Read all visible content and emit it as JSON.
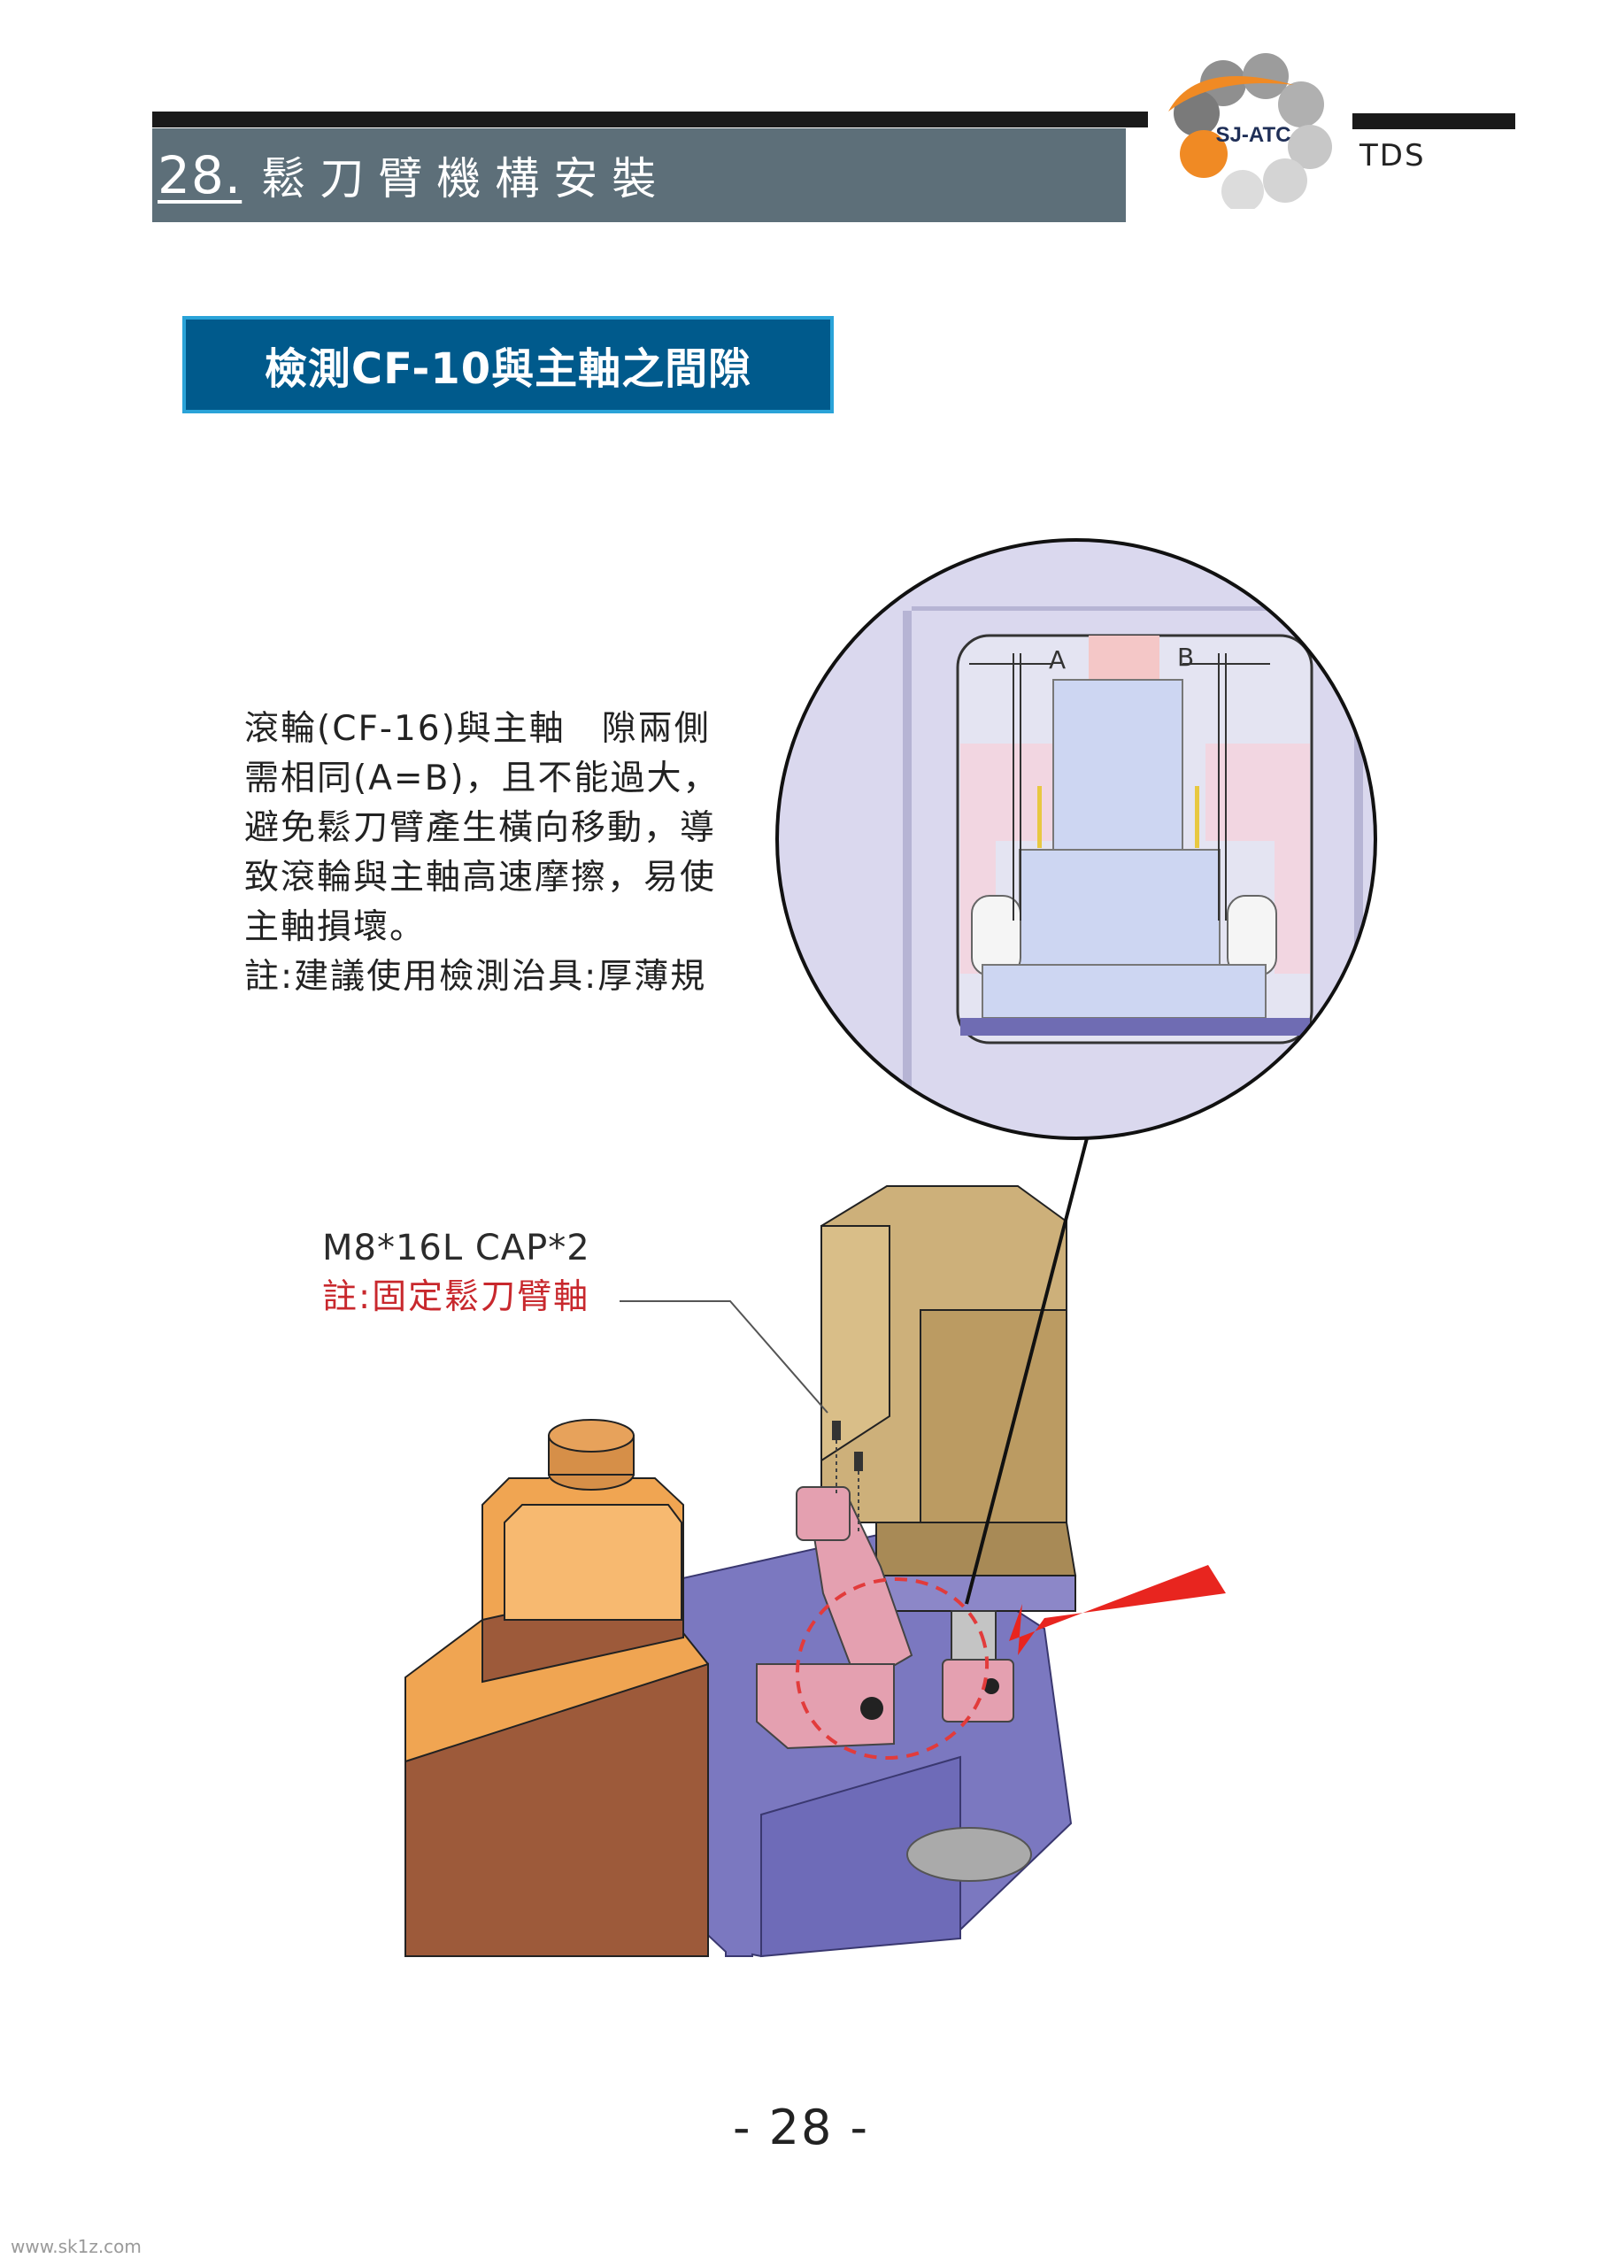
{
  "header": {
    "section_number": "28.",
    "section_title": "鬆刀臂機構安裝",
    "logo_text": "SJ-ATC",
    "brand_label": "TDS"
  },
  "heading": "檢測CF-10與主軸之間隙",
  "description": {
    "lines": [
      "滾輪(CF-16)與主軸　隙兩側",
      "需相同(A=B)，且不能過大，",
      "避免鬆刀臂產生橫向移動，導",
      "致滾輪與主軸高速摩擦，易使",
      "主軸損壞。",
      "註:建議使用檢測治具:厚薄規"
    ]
  },
  "callout": {
    "part_spec": "M8*16L CAP*2",
    "note": "註:固定鬆刀臂軸"
  },
  "detail_labels": {
    "a": "A",
    "b": "B"
  },
  "footer": {
    "page_number": "- 28 -",
    "watermark": "www.sk1z.com"
  },
  "colors": {
    "title_band": "#5d6f79",
    "heading_fill": "#005a8c",
    "heading_border": "#2aa3d8",
    "note_red": "#c8282d",
    "logo_orange": "#f08a24",
    "logo_grey": "#8a8a8a",
    "arrow_red": "#e8251f",
    "base_purple": "#7b78c0",
    "motor_tan": "#cdb07a",
    "turret_orange": "#f0a552",
    "arm_pink": "#e4a0b0"
  },
  "icons": {
    "logo": "sj-atc-logo",
    "indicator": "red-arrow-icon"
  }
}
